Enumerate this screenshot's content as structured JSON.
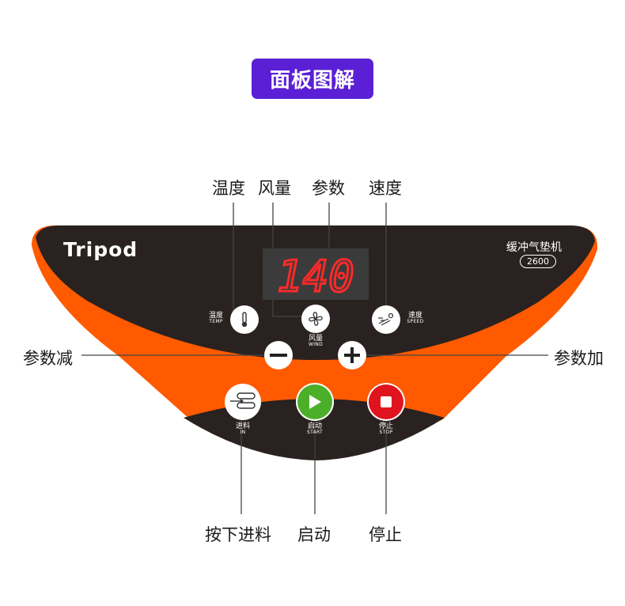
{
  "title": "面板图解",
  "brand": "Tripod",
  "model": {
    "name": "缓冲气垫机",
    "number": "2600"
  },
  "display": {
    "value": "140",
    "color": "#ff2a2a"
  },
  "callouts": {
    "temp": "温度",
    "wind": "风量",
    "param": "参数",
    "speed": "速度",
    "param_minus": "参数减",
    "param_plus": "参数加",
    "feed": "按下进料",
    "start": "启动",
    "stop": "停止"
  },
  "panel_labels": {
    "temp": {
      "cn": "温度",
      "en": "TEMP"
    },
    "wind": {
      "cn": "风量",
      "en": "WIND"
    },
    "speed": {
      "cn": "速度",
      "en": "SPEED"
    },
    "feed": {
      "cn": "进料",
      "en": "IN"
    },
    "start": {
      "cn": "启动",
      "en": "START"
    },
    "stop": {
      "cn": "停止",
      "en": "STOP"
    }
  },
  "colors": {
    "accent": "#5b1fd6",
    "panel_dark": "#2a2220",
    "panel_orange": "#ff5a00",
    "start_green": "#4caf2a",
    "stop_red": "#e0141e"
  },
  "icons": {
    "temp": "thermometer-icon",
    "wind": "fan-icon",
    "speed": "speed-icon",
    "minus": "minus-icon",
    "plus": "plus-icon",
    "feed": "feed-icon",
    "start": "play-icon",
    "stop": "stop-square-icon"
  }
}
